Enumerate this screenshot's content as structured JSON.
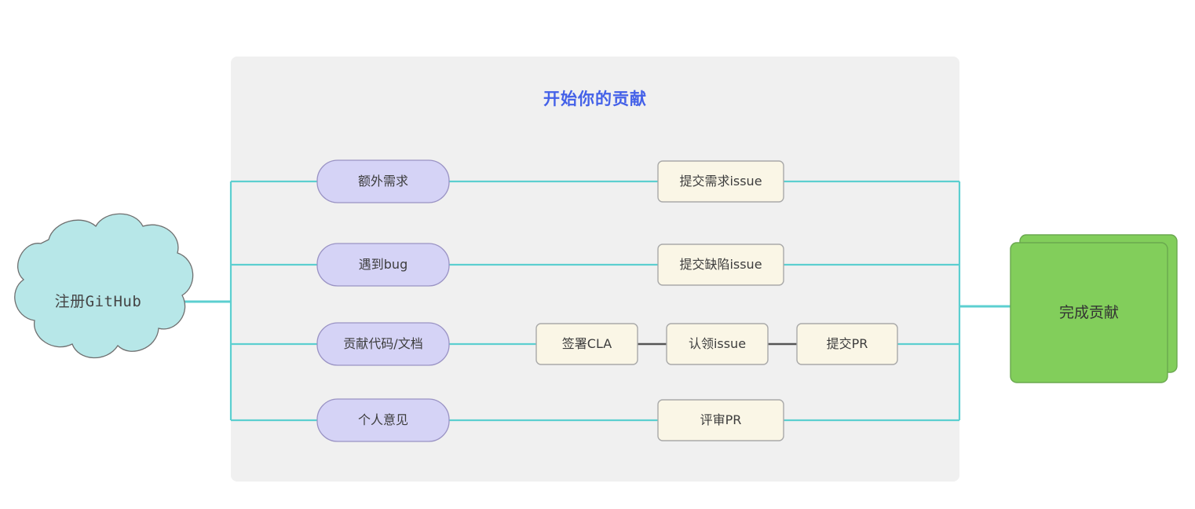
{
  "diagram": {
    "title": "开始你的贡献",
    "title_color": "#4461e8",
    "panel_color": "#f0f0f0",
    "connector_color": "#5ccfd0",
    "chain_connector_color": "#555555"
  },
  "start_node": {
    "label": "注册GitHub",
    "shape": "cloud",
    "fill": "#b7e7e8",
    "stroke": "#6f6f6f"
  },
  "end_node": {
    "label": "完成贡献",
    "shape": "stacked-rect",
    "fill": "#82ce5b",
    "stroke": "#6aa84f"
  },
  "branches": [
    {
      "trigger": "额外需求",
      "steps": [
        "提交需求issue"
      ]
    },
    {
      "trigger": "遇到bug",
      "steps": [
        "提交缺陷issue"
      ]
    },
    {
      "trigger": "贡献代码/文档",
      "steps": [
        "签署CLA",
        "认领issue",
        "提交PR"
      ]
    },
    {
      "trigger": "个人意见",
      "steps": [
        "评审PR"
      ]
    }
  ],
  "node_styles": {
    "trigger_fill": "#d5d3f6",
    "trigger_stroke": "#9a93c4",
    "step_fill": "#faf6e6",
    "step_stroke": "#a9a9a9"
  }
}
